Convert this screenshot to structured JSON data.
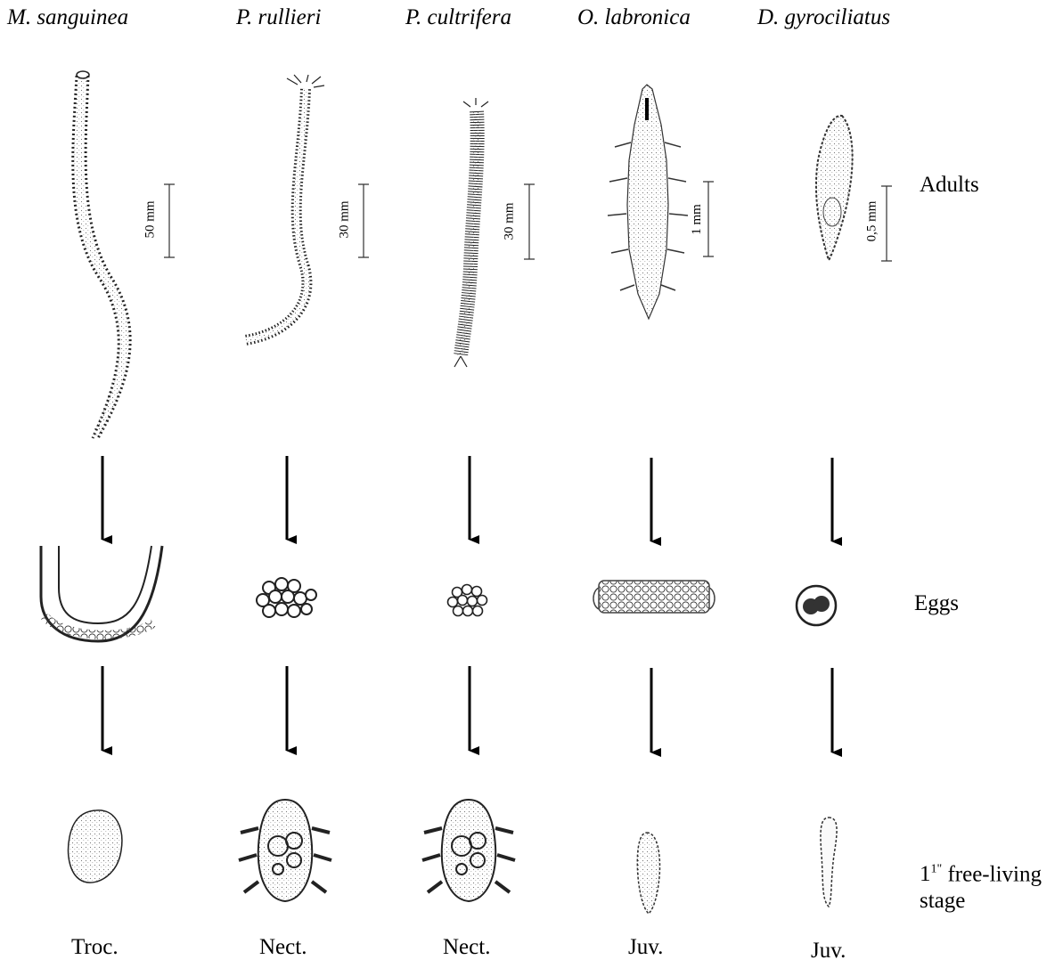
{
  "species": [
    "M. sanguinea",
    "P. rullieri",
    "P. cultrifera",
    "O. labronica",
    "D. gyrociliatus"
  ],
  "rows": {
    "adults": "Adults",
    "eggs": "Eggs",
    "first_stage_sup": "1\"",
    "first_stage_line1": " free-living",
    "first_stage_line2": "stage"
  },
  "scales": [
    "50 mm",
    "30 mm",
    "30 mm",
    "1 mm",
    "0,5 mm"
  ],
  "stages": [
    "Troc.",
    "Nect.",
    "Nect.",
    "Juv.",
    "Juv."
  ]
}
